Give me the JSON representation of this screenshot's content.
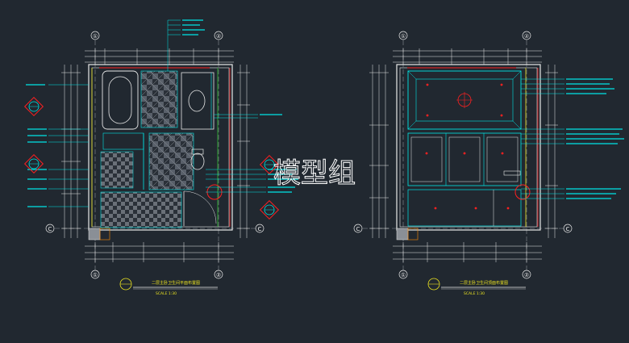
{
  "watermark": "模型组",
  "left_plan": {
    "title": "二层主卧卫生间平面布置图",
    "scale": "SCALE  1:30",
    "grid_top": [
      "①",
      "②"
    ],
    "grid_bottom": [
      "①",
      "②"
    ],
    "grid_side": [
      "C",
      "C"
    ]
  },
  "right_plan": {
    "title": "二层主卧卫生间顶面布置图",
    "scale": "SCALE  1:30",
    "grid_top": [
      "①",
      "②"
    ],
    "grid_bottom": [
      "①",
      "②"
    ],
    "grid_side": [
      "C",
      "C"
    ]
  },
  "colors": {
    "background": "#212830",
    "line_cyan": "#00e5e5",
    "line_white": "#e8e8e8",
    "line_red": "#ff2020",
    "line_yellow": "#e8e020",
    "line_green": "#30c030",
    "line_gray": "#8a8f96",
    "line_orange": "#ff8a00"
  }
}
